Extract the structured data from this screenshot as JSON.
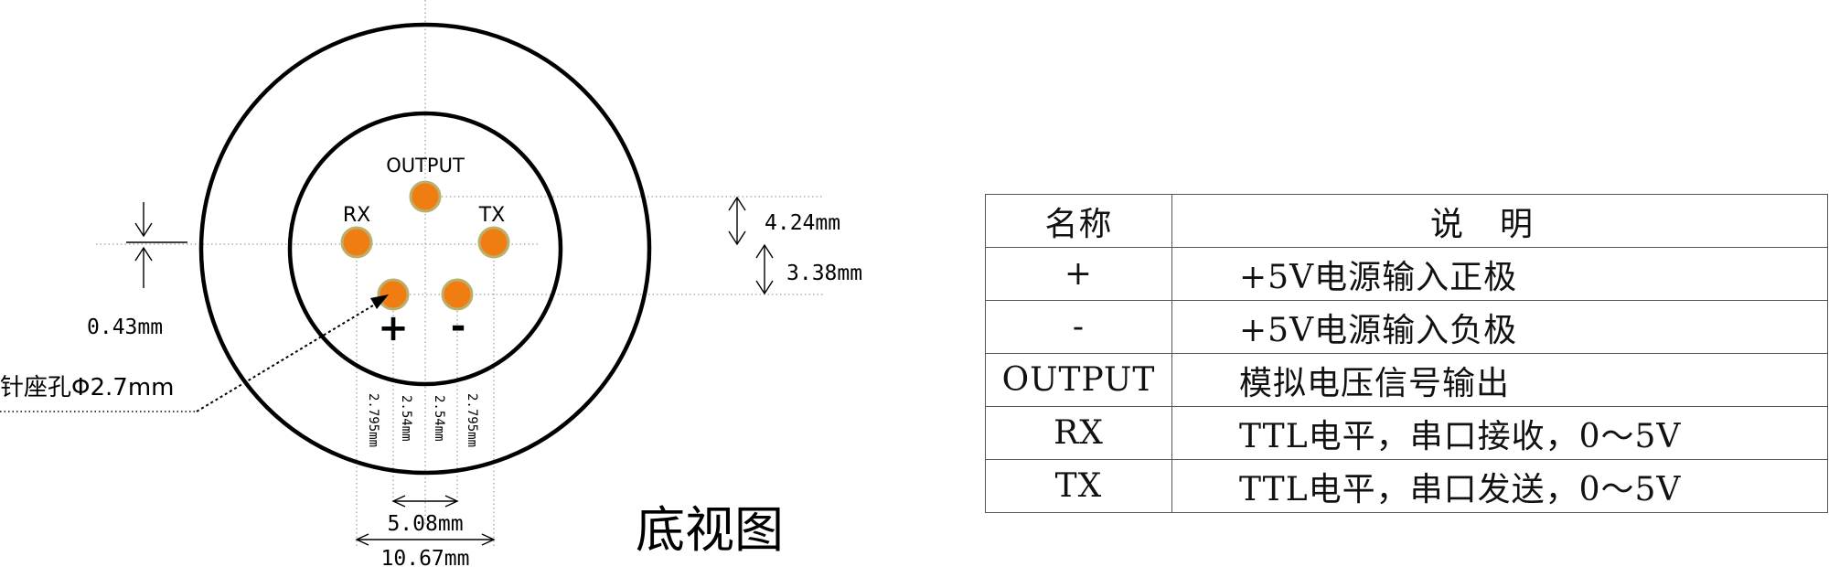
{
  "diagram": {
    "view_title": "底视图",
    "pins": {
      "output": "OUTPUT",
      "rx": "RX",
      "tx": "TX",
      "plus": "+",
      "minus": "-"
    },
    "dimensions": {
      "vertical_spacing_1": "4.24mm",
      "vertical_spacing_2": "3.38mm",
      "offset": "0.43mm",
      "hole_note": "针座孔Φ2.7mm",
      "pitch_outer_left": "2.795mm",
      "pitch_inner_left": "2.54mm",
      "pitch_inner_right": "2.54mm",
      "pitch_outer_right": "2.795mm",
      "span_inner": "5.08mm",
      "span_outer": "10.67mm"
    },
    "colors": {
      "pin_fill": "#f07d12",
      "pin_ring": "#b9b06d"
    }
  },
  "table": {
    "headers": {
      "name": "名称",
      "description": "说明"
    },
    "rows": [
      {
        "name": "+",
        "description": "+5V电源输入正极"
      },
      {
        "name": "-",
        "description": "+5V电源输入负极"
      },
      {
        "name": "OUTPUT",
        "description": "模拟电压信号输出"
      },
      {
        "name": "RX",
        "description": "TTL电平，串口接收，0～5V"
      },
      {
        "name": "TX",
        "description": "TTL电平，串口发送，0～5V"
      }
    ]
  }
}
